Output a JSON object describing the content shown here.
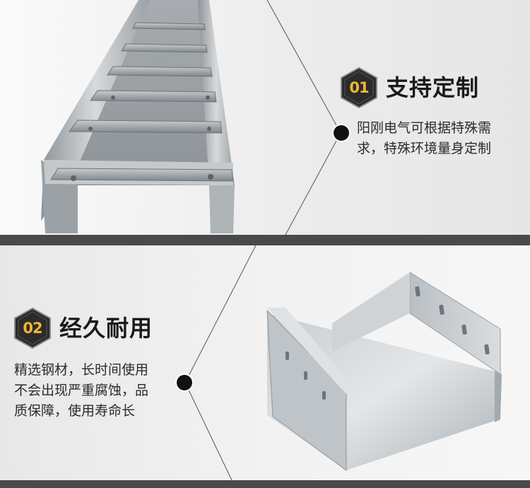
{
  "section_1": {
    "number": "01",
    "title": "支持定制",
    "description_lines": [
      "阳刚电气可根据特殊需",
      "求，特殊环境量身定制"
    ]
  },
  "section_2": {
    "number": "02",
    "title": "经久耐用",
    "description_lines": [
      "精选钢材，长时间使用",
      "不会出现严重腐蚀，品",
      "质保障，使用寿命长"
    ]
  },
  "colors": {
    "badge_number": "#f2b632",
    "badge_body": "#2b2b2b",
    "divider_band": "#4a4a4a",
    "heading_text": "#1a1a1a",
    "body_text": "#2a2a2a"
  }
}
